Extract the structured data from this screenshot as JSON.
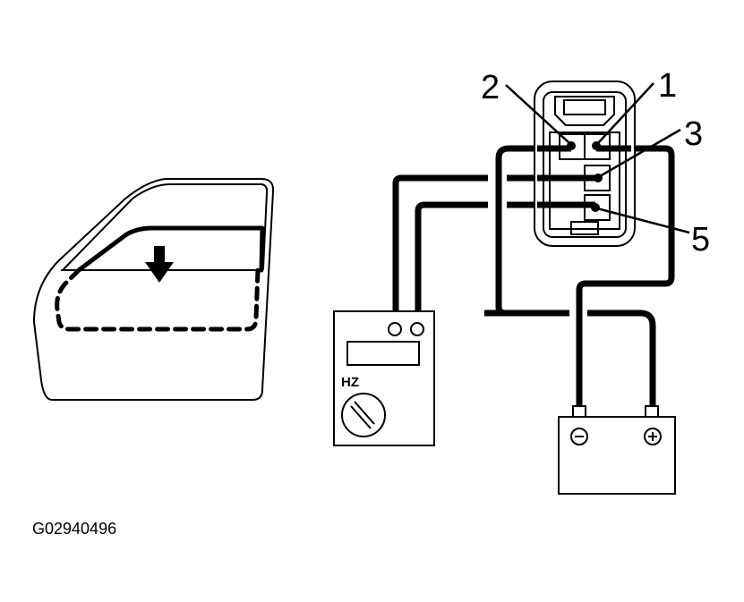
{
  "figure_code": "G02940496",
  "connector": {
    "pins": [
      {
        "id": "pin-2",
        "label": "2"
      },
      {
        "id": "pin-1",
        "label": "1"
      },
      {
        "id": "pin-3",
        "label": "3"
      },
      {
        "id": "pin-5",
        "label": "5"
      }
    ]
  },
  "meter": {
    "mode_label": "HZ"
  },
  "battery": {
    "negative_symbol": "⊖",
    "positive_symbol": "⊕"
  },
  "colors": {
    "line": "#000000",
    "background": "#ffffff"
  }
}
